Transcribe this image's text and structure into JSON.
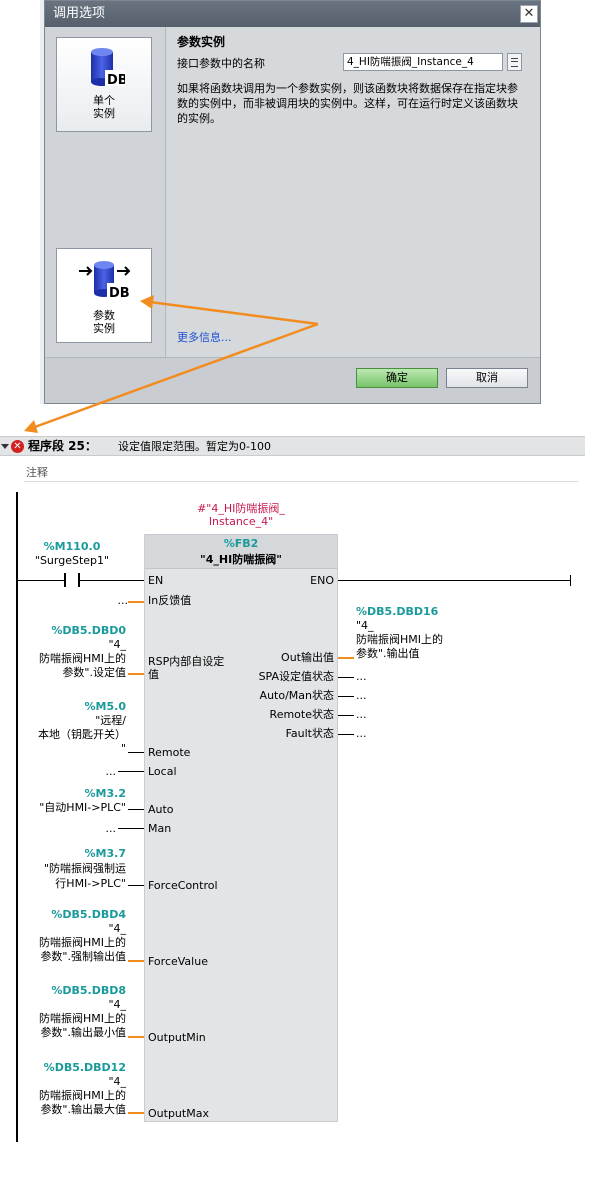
{
  "dialog": {
    "title": "调用选项",
    "close_glyph": "✕",
    "options": [
      {
        "label_line1": "单个",
        "label_line2": "实例",
        "icon_text": "DB"
      },
      {
        "label_line1": "参数",
        "label_line2": "实例",
        "icon_text": "DB"
      }
    ],
    "section_title": "参数实例",
    "field_label": "接口参数中的名称",
    "field_value": "4_HI防喘振阀_Instance_4",
    "description": "如果将函数块调用为一个参数实例，则该函数块将数据保存在指定块参数的实例中，而非被调用块的实例中。这样，可在运行时定义该函数块的实例。",
    "more_info": "更多信息...",
    "ok": "确定",
    "cancel": "取消"
  },
  "network": {
    "title": "程序段 25：",
    "subtitle": "设定值限定范围。暂定为0-100",
    "comment": "注释"
  },
  "fb": {
    "instance_line1": "#\"4_HI防喘振阀_",
    "instance_line2": "Instance_4\"",
    "number": "%FB2",
    "name": "\"4_HI防喘振阀\"",
    "contact_addr": "%M110.0",
    "contact_name": "\"SurgeStep1\"",
    "inputs": {
      "en": "EN",
      "in_fb": "In反馈值",
      "rsp_line1": "RSP内部自设定",
      "rsp_line2": "值",
      "remote": "Remote",
      "local": "Local",
      "auto": "Auto",
      "man": "Man",
      "force_control": "ForceControl",
      "force_value": "ForceValue",
      "output_min": "OutputMin",
      "output_max": "OutputMax"
    },
    "outputs": {
      "eno": "ENO",
      "out": "Out输出值",
      "spa": "SPA设定值状态",
      "auto_man": "Auto/Man状态",
      "remote": "Remote状态",
      "fault": "Fault状态"
    },
    "ellipsis": "...",
    "params": {
      "rsp": {
        "addr": "%DB5.DBD0",
        "l1": "\"4_",
        "l2": "防喘振阀HMI上的",
        "l3": "参数\".设定值"
      },
      "remote": {
        "addr": "%M5.0",
        "l1": "\"远程/",
        "l2": "本地（钥匙开关）",
        "l3": "\""
      },
      "auto": {
        "addr": "%M3.2",
        "l1": "\"自动HMI->PLC\""
      },
      "force_control": {
        "addr": "%M3.7",
        "l1": "\"防喘振阀强制运",
        "l2": "行HMI->PLC\""
      },
      "force_value": {
        "addr": "%DB5.DBD4",
        "l1": "\"4_",
        "l2": "防喘振阀HMI上的",
        "l3": "参数\".强制输出值"
      },
      "output_min": {
        "addr": "%DB5.DBD8",
        "l1": "\"4_",
        "l2": "防喘振阀HMI上的",
        "l3": "参数\".输出最小值"
      },
      "output_max": {
        "addr": "%DB5.DBD12",
        "l1": "\"4_",
        "l2": "防喘振阀HMI上的",
        "l3": "参数\".输出最大值"
      },
      "out": {
        "addr": "%DB5.DBD16",
        "l1": "\"4_",
        "l2": "防喘振阀HMI上的",
        "l3": "参数\".输出值"
      }
    }
  },
  "colors": {
    "accent_orange": "#f28c1e",
    "teal_address": "#1a9a9a",
    "instance_red": "#c8174a",
    "ok_green": "#77c46a",
    "error_red": "#d32020"
  }
}
